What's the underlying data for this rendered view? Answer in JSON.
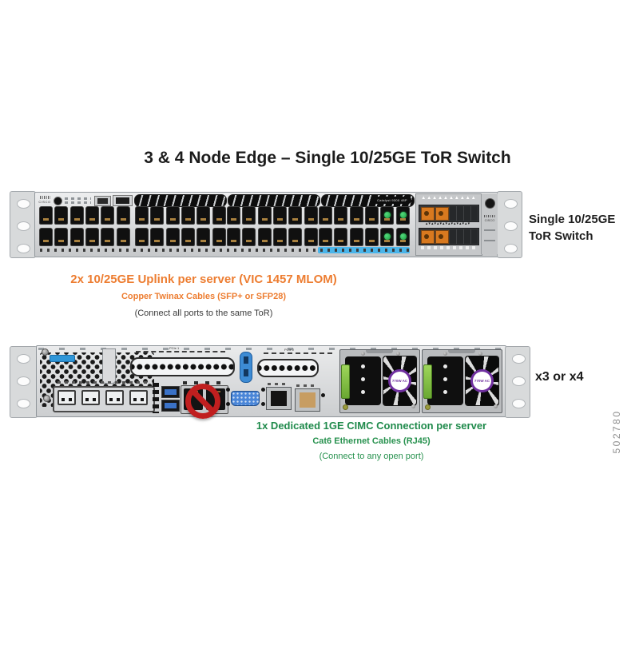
{
  "title": "3 & 4 Node Edge – Single 10/25GE ToR Switch",
  "switch": {
    "brand": "CISCO",
    "model_label": "Catalyst 9300 48P",
    "label_line1": "Single 10/25GE",
    "label_line2": "ToR Switch",
    "ports": {
      "groups": 4,
      "cols_per_group": 6,
      "rows": 2,
      "green_led_group": 3,
      "green_led_cols": [
        4,
        5
      ]
    },
    "uplink_module": {
      "rows": 2,
      "installed_sfp_per_row": 2,
      "empty_slots_per_row": 4
    }
  },
  "uplink_note": {
    "heading": "2x 10/25GE Uplink per server (VIC 1457 MLOM)",
    "subheading": "Copper Twinax Cables (SFP+ or SFP28)",
    "note": "(Connect all ports to the same ToR)"
  },
  "server": {
    "multiplier_label": "x3 or x4",
    "psu_label": "770W AC",
    "vic_ports": 4,
    "riser1_label": "PCIe 1",
    "riser2_label": "PCIe 2"
  },
  "cimc_note": {
    "heading": "1x Dedicated 1GE CIMC Connection per server",
    "subheading": "Cat6 Ethernet Cables (RJ45)",
    "note": "(Connect to any open port)"
  },
  "figure_number": "502780",
  "colors": {
    "orange_text": "#ed7d31",
    "green_text": "#1f8a4b",
    "blue_strip": "#4ab5ea",
    "sfp_orange": "#d8791f",
    "led_green": "#1a9e40",
    "prohibition_red": "#c01f1f",
    "psu_label_purple": "#7030a0",
    "figure_gray": "#8d8d8d"
  }
}
